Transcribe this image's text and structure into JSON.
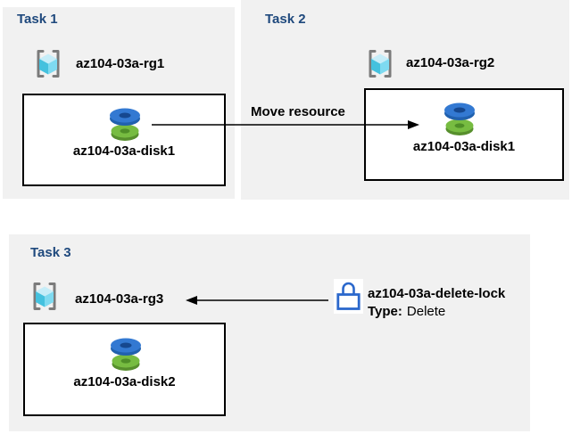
{
  "diagram": {
    "move_arrow_label": "Move resource",
    "tasks": [
      {
        "title": "Task 1",
        "resource_group": "az104-03a-rg1",
        "resource": "az104-03a-disk1"
      },
      {
        "title": "Task 2",
        "resource_group": "az104-03a-rg2",
        "resource": "az104-03a-disk1"
      },
      {
        "title": "Task 3",
        "resource_group": "az104-03a-rg3",
        "resource": "az104-03a-disk2",
        "lock": {
          "name": "az104-03a-delete-lock",
          "type_label": "Type:",
          "type_value": "Delete"
        }
      }
    ]
  },
  "icons": {
    "resource_group": "azure-resource-group-icon",
    "managed_disk": "azure-disk-icon",
    "lock": "delete-lock-icon"
  },
  "colors": {
    "panel_background": "#f1f1f1",
    "task_title": "#1f497d",
    "label_text": "#000000",
    "box_border": "#000000",
    "arrow_black": "#000000",
    "lock_blue": "#2b68cc",
    "disk_blue": "#3379d2",
    "disk_blue_dark": "#2161ae",
    "disk_hole_blue": "#16488f",
    "disk_green": "#77bc41",
    "disk_green_dark": "#578f2d",
    "cube_top_cyan": "#c6edf8",
    "cube_right_cyan": "#7edaf0",
    "cube_left_cyan": "#44c1de",
    "bracket_gray": "#7b7b7b"
  }
}
